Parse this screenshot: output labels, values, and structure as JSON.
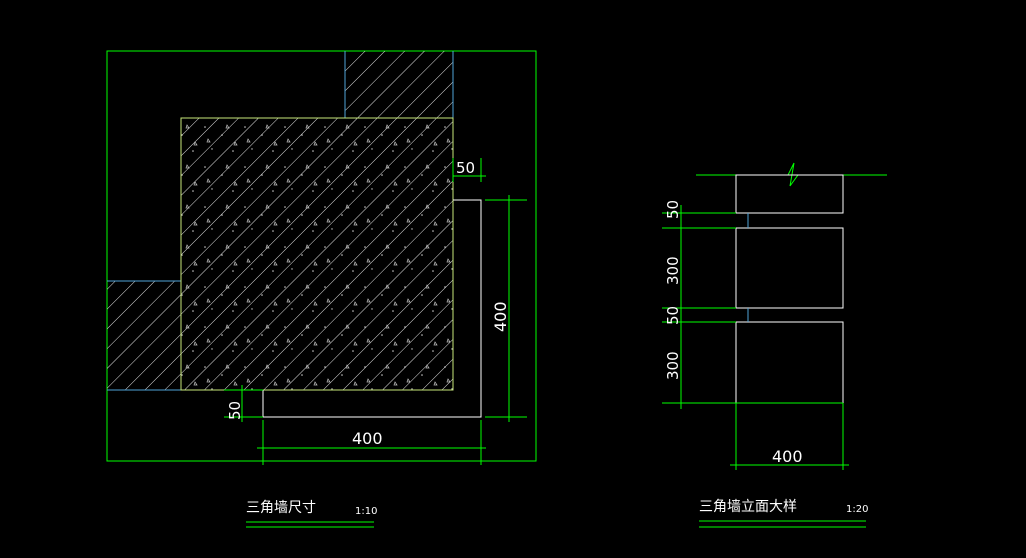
{
  "colors": {
    "background": "#000000",
    "outline": "#00ff00",
    "white": "#ffffff",
    "cyan": "#4fa3d9",
    "fill_green": "#c8e87a"
  },
  "plan": {
    "dimensions": {
      "top_offset": "50",
      "vertical_length": "400",
      "left_offset": "50",
      "horizontal_length": "400"
    },
    "title": "三角墙尺寸",
    "scale": "1:10"
  },
  "elevation": {
    "dimensions": {
      "top_gap": "50",
      "block_upper": "300",
      "middle_gap": "50",
      "block_lower": "300",
      "width": "400"
    },
    "title": "三角墙立面大样",
    "scale": "1:20"
  }
}
